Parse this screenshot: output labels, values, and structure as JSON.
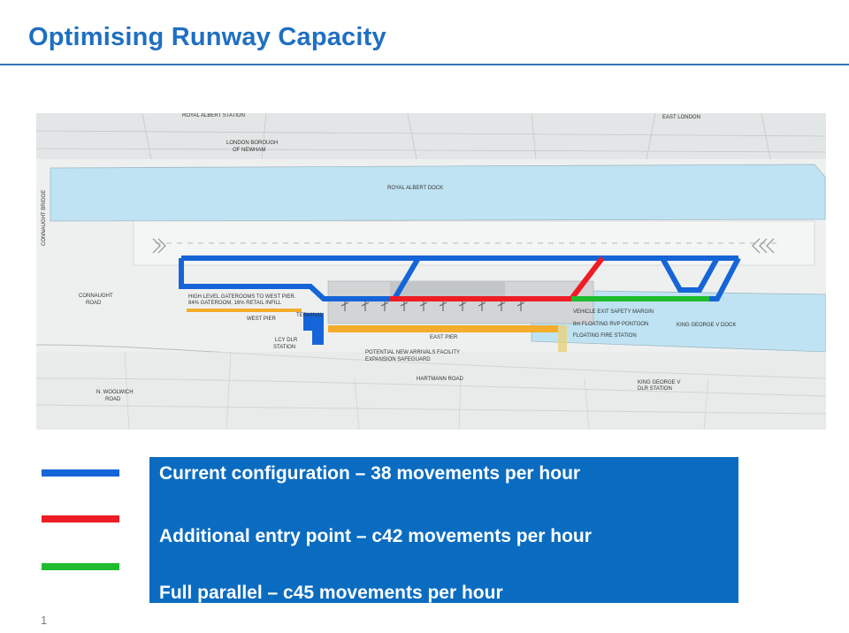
{
  "slide": {
    "title": "Optimising Runway Capacity",
    "page_number": "1"
  },
  "map": {
    "labels": {
      "top_station": "ROYAL ALBERT STATION",
      "east_london": "EAST LONDON",
      "borough_1": "LONDON BOROUGH",
      "borough_2": "OF NEWHAM",
      "royal_albert_dock": "ROYAL ALBERT DOCK",
      "connaught_bridge": "CONNAUGHT BRIDGE",
      "connaught_road_1": "CONNAUGHT",
      "connaught_road_2": "ROAD",
      "gaterooms_1": "HIGH LEVEL GATEROOMS TO WEST PIER.",
      "gaterooms_2": "84% GATEROOM, 16% RETAIL INFILL",
      "terminal": "TERMINAL",
      "west_pier": "WEST PIER",
      "lcy_dlr_1": "LCY DLR",
      "lcy_dlr_2": "STATION",
      "east_pier": "EAST PIER",
      "vehicle_exit": "VEHICLE EXIT SAFETY MARGIN",
      "rvp_pontoon": "8m FLOATING RVP PONTOON",
      "fire_station": "FLOATING FIRE STATION",
      "king_george_dock": "KING GEORGE V DOCK",
      "arrivals_1": "POTENTIAL NEW ARRIVALS FACILITY",
      "arrivals_2": "EXPANSION SAFEGUARD",
      "hartmann_road": "HARTMANN ROAD",
      "woolwich_1": "N. WOOLWICH",
      "woolwich_2": "ROAD",
      "king_george_station_1": "KING GEORGE V",
      "king_george_station_2": "DLR STATION"
    }
  },
  "legend": {
    "items": [
      {
        "color": "#1565d8",
        "label": "Current configuration – 38 movements per hour"
      },
      {
        "color": "#ee1c25",
        "label": "Additional entry point – c42 movements per hour"
      },
      {
        "color": "#1ebc2e",
        "label": "Full parallel – c45 movements per hour"
      }
    ],
    "box_color": "#0a6cc0"
  }
}
